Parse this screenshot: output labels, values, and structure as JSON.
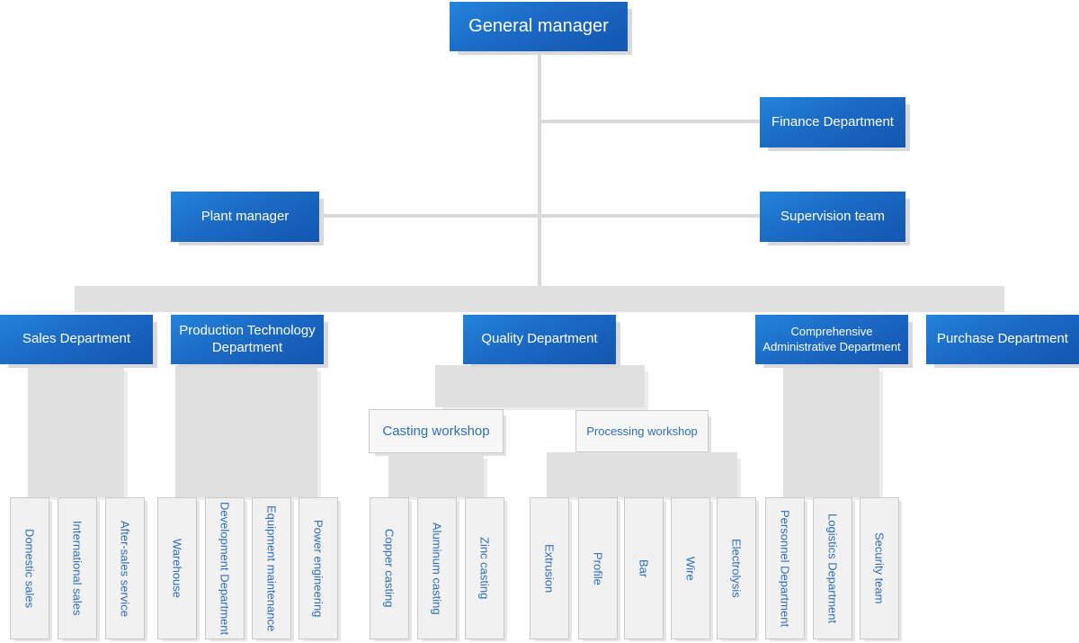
{
  "colors": {
    "blue_top": "#2484dc",
    "blue_bottom": "#1356b0",
    "connector_gray": "#e0e0e0",
    "line_gray": "#d9d9d9",
    "text_blue": "#2e6db9"
  },
  "nodes": {
    "general_manager": "General manager",
    "finance": "Finance Department",
    "plant_manager": "Plant manager",
    "supervision": "Supervision team",
    "sales": "Sales Department",
    "production": "Production Technology Department",
    "quality": "Quality Department",
    "admin": "Comprehensive Administrative Department",
    "purchase": "Purchase Department",
    "casting": "Casting workshop",
    "processing": "Processing workshop"
  },
  "leaves": {
    "sales": [
      "Domestic sales",
      "International sales",
      "After-sales service"
    ],
    "production": [
      "Warehouse",
      "Development Department",
      "Equipment maintenance",
      "Power engineering"
    ],
    "casting": [
      "Copper casting",
      "Aluminum casting",
      "Zinc casting"
    ],
    "processing": [
      "Extrusion",
      "Profile",
      "Bar",
      "Wire",
      "Electrolysis"
    ],
    "admin": [
      "Personnel Department",
      "Logistics Department",
      "Security team"
    ]
  }
}
